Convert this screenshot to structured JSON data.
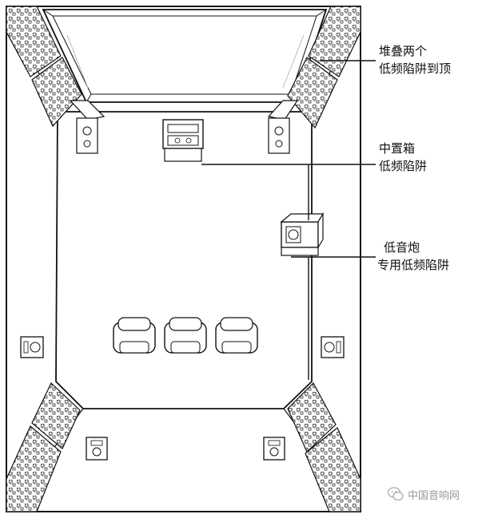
{
  "labels": {
    "ceiling_traps": [
      "堆叠两个",
      "低频陷阱到顶"
    ],
    "center_trap": [
      "中置箱",
      "低频陷阱"
    ],
    "sub_trap": [
      "低音炮",
      "专用低频陷阱"
    ]
  },
  "watermark": {
    "text": "中国音响网",
    "icon": "wechat-icon"
  },
  "colors": {
    "line": "#111111",
    "background": "#ffffff",
    "watermark": "#9a9a9a"
  }
}
